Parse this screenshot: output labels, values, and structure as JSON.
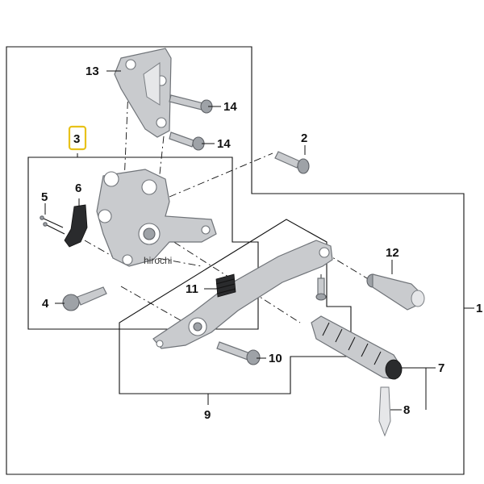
{
  "diagram": {
    "callouts": {
      "c1": "1",
      "c2": "2",
      "c3": "3",
      "c4": "4",
      "c5": "5",
      "c6": "6",
      "c7": "7",
      "c8": "8",
      "c9": "9",
      "c10": "10",
      "c11": "11",
      "c12": "12",
      "c13": "13",
      "c14a": "14",
      "c14b": "14"
    },
    "watermark": "hirochi",
    "colors": {
      "highlight": "#e8c21a",
      "line": "#111111",
      "part": "#c9cbce"
    }
  }
}
